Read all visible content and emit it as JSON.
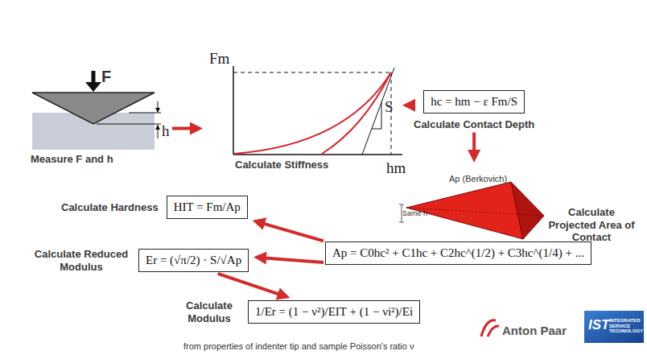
{
  "diagram": {
    "nodes": [
      {
        "text": [
          "F",
          "h",
          "Measure F and h"
        ]
      },
      {
        "text": [
          "Fm",
          "S",
          "hm",
          "Calculate Stiffness"
        ]
      },
      {
        "text": [
          "hc = hm − ε Fm/S",
          "Calculate Contact Depth"
        ]
      },
      {
        "text": [
          "Ap (Berkovich)",
          "Same h",
          "Calculate Projected Area of Contact"
        ]
      },
      {
        "text": [
          "Ap = C0hc² + C1hc + C2hc^(1/2) + C3hc^(1/4) + ..."
        ]
      },
      {
        "text": [
          "Calculate Hardness",
          "HIT = Fm/Ap"
        ]
      },
      {
        "text": [
          "Calculate Reduced Modulus",
          "Er = (√π/2) · S/√Ap"
        ]
      },
      {
        "text": [
          "Calculate Modulus",
          "1/Er = (1 − ν²)/EIT + (1 − νi²)/Ei"
        ]
      }
    ],
    "edges": [
      {
        "from": 0,
        "to": 1,
        "arrow": "to"
      },
      {
        "from": 1,
        "to": 2,
        "arrow": "to"
      },
      {
        "from": 2,
        "to": 3,
        "arrow": "to"
      },
      {
        "from": 4,
        "to": 5,
        "arrow": "to"
      },
      {
        "from": 4,
        "to": 6,
        "arrow": "to"
      },
      {
        "from": 6,
        "to": 7,
        "arrow": "to"
      }
    ],
    "labels": [
      "from properties of indenter tip and sample Poisson's ratio ν",
      "Anton Paar",
      "IST",
      "INTEGRATED SERVICE TECHNOLOGY"
    ]
  }
}
